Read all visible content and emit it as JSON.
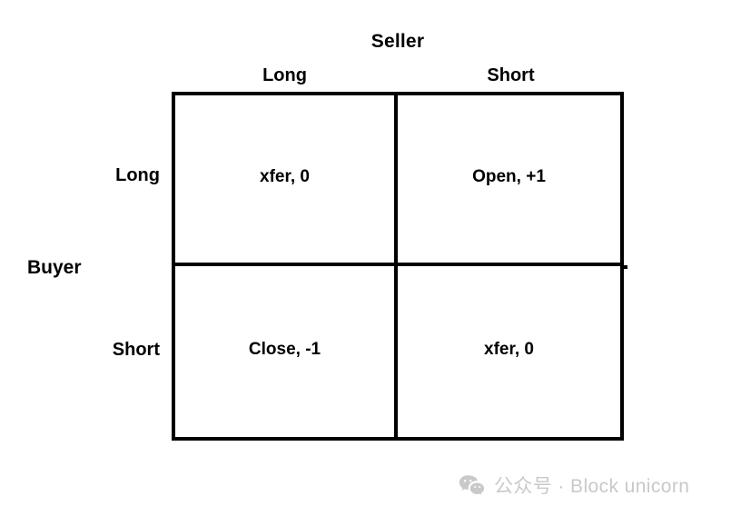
{
  "diagram": {
    "column_axis_title": "Seller",
    "row_axis_title": "Buyer",
    "column_headers": [
      "Long",
      "Short"
    ],
    "row_headers": [
      "Long",
      "Short"
    ],
    "cells": [
      [
        "xfer, 0",
        "Open, +1"
      ],
      [
        "Close, -1",
        "xfer, 0"
      ]
    ],
    "colors": {
      "background": "#ffffff",
      "border": "#000000",
      "text": "#000000",
      "watermark": "#c9c9c9"
    }
  },
  "watermark": {
    "icon": "wechat-icon",
    "text": "公众号 · Block unicorn"
  }
}
